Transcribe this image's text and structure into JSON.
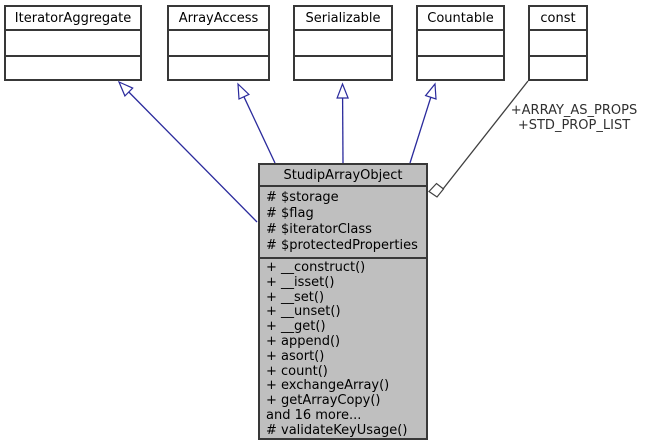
{
  "diagram": {
    "interfaces": [
      {
        "name": "IteratorAggregate"
      },
      {
        "name": "ArrayAccess"
      },
      {
        "name": "Serializable"
      },
      {
        "name": "Countable"
      },
      {
        "name": "const"
      }
    ],
    "main_class": {
      "name": "StudipArrayObject",
      "attributes": [
        "# $storage",
        "# $flag",
        "# $iteratorClass",
        "# $protectedProperties"
      ],
      "methods": [
        "+ __construct()",
        "+ __isset()",
        "+ __set()",
        "+ __unset()",
        "+ __get()",
        "+ append()",
        "+ asort()",
        "+ count()",
        "+ exchangeArray()",
        "+ getArrayCopy()",
        "and 16 more...",
        "# validateKeyUsage()"
      ]
    },
    "edge_label": {
      "line1": "+ARRAY_AS_PROPS",
      "line2": "+STD_PROP_LIST"
    },
    "colors": {
      "inheritance_edge": "#2a2a9c",
      "usage_edge": "#3f3f3f",
      "class_fill": "#bfbfbf",
      "interface_fill": "#ffffff",
      "box_border": "#383838",
      "label_text": "#303030"
    }
  }
}
